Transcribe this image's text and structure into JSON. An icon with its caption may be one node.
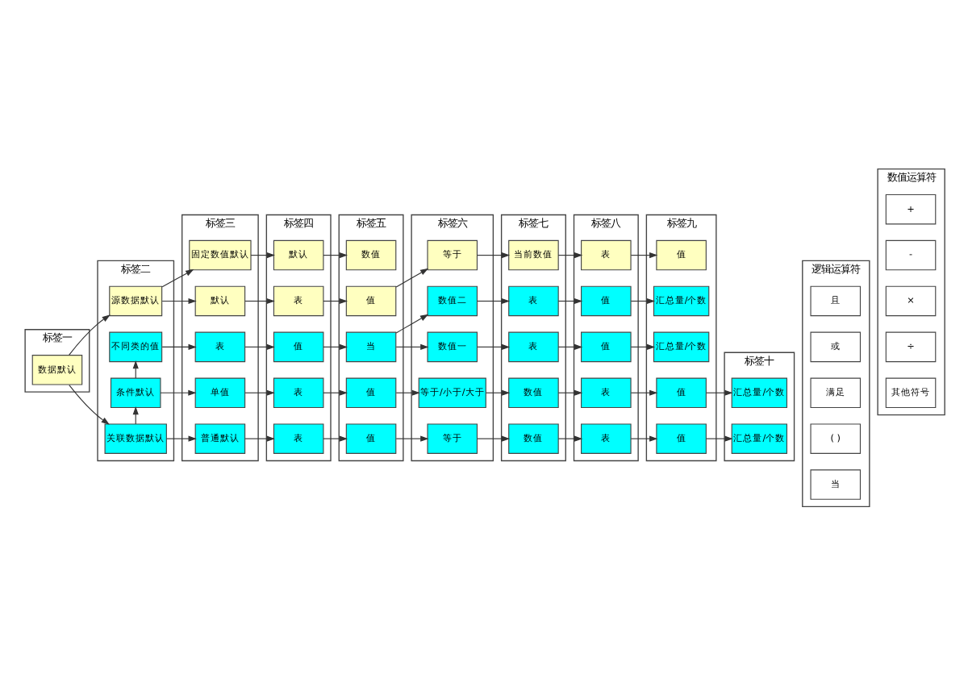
{
  "diagram": {
    "nodes": [
      {
        "text": [
          "标签一"
        ]
      },
      {
        "text": [
          "标签二"
        ]
      },
      {
        "text": [
          "标签三"
        ]
      },
      {
        "text": [
          "标签四"
        ]
      },
      {
        "text": [
          "标签五"
        ]
      },
      {
        "text": [
          "标签六"
        ]
      },
      {
        "text": [
          "标签七"
        ]
      },
      {
        "text": [
          "标签八"
        ]
      },
      {
        "text": [
          "标签九"
        ]
      },
      {
        "text": [
          "标签十"
        ]
      },
      {
        "text": [
          "逻辑运算符"
        ]
      },
      {
        "text": [
          "数值运算符"
        ]
      },
      {
        "text": [
          "数据默认"
        ],
        "in": 0
      },
      {
        "text": [
          "源数据默认"
        ],
        "in": 1
      },
      {
        "text": [
          "默认"
        ],
        "in": 2
      },
      {
        "text": [
          "表"
        ],
        "in": 3
      },
      {
        "text": [
          "值"
        ],
        "in": 4
      },
      {
        "text": [
          "等于"
        ],
        "in": 5
      },
      {
        "text": [
          "当前数值"
        ],
        "in": 6
      },
      {
        "text": [
          "表"
        ],
        "in": 7
      },
      {
        "text": [
          "值"
        ],
        "in": 8
      },
      {
        "text": [
          "固定数值默认"
        ],
        "in": 2
      },
      {
        "text": [
          "默认"
        ],
        "in": 3
      },
      {
        "text": [
          "数值"
        ],
        "in": 4
      },
      {
        "text": [
          "关联数据默认"
        ],
        "in": 1
      },
      {
        "text": [
          "普通默认"
        ],
        "in": 2
      },
      {
        "text": [
          "表"
        ],
        "in": 3
      },
      {
        "text": [
          "值"
        ],
        "in": 4
      },
      {
        "text": [
          "等于"
        ],
        "in": 5
      },
      {
        "text": [
          "数值"
        ],
        "in": 6
      },
      {
        "text": [
          "表"
        ],
        "in": 7
      },
      {
        "text": [
          "值"
        ],
        "in": 8
      },
      {
        "text": [
          "汇总量/个数"
        ],
        "in": 9
      },
      {
        "text": [
          "条件默认"
        ],
        "in": 1
      },
      {
        "text": [
          "单值"
        ],
        "in": 2
      },
      {
        "text": [
          "表"
        ],
        "in": 3
      },
      {
        "text": [
          "值"
        ],
        "in": 4
      },
      {
        "text": [
          "等于/小于/大于"
        ],
        "in": 5
      },
      {
        "text": [
          "数值"
        ],
        "in": 6
      },
      {
        "text": [
          "表"
        ],
        "in": 7
      },
      {
        "text": [
          "值"
        ],
        "in": 8
      },
      {
        "text": [
          "汇总量/个数"
        ],
        "in": 9
      },
      {
        "text": [
          "不同类的值"
        ],
        "in": 1
      },
      {
        "text": [
          "表"
        ],
        "in": 2
      },
      {
        "text": [
          "值"
        ],
        "in": 3
      },
      {
        "text": [
          "当"
        ],
        "in": 4
      },
      {
        "text": [
          "数值一"
        ],
        "in": 5
      },
      {
        "text": [
          "表"
        ],
        "in": 6
      },
      {
        "text": [
          "值"
        ],
        "in": 7
      },
      {
        "text": [
          "汇总量/个数"
        ],
        "in": 8
      },
      {
        "text": [
          "数值二"
        ],
        "in": 5
      },
      {
        "text": [
          "表"
        ],
        "in": 6
      },
      {
        "text": [
          "值"
        ],
        "in": 7
      },
      {
        "text": [
          "汇总量/个数"
        ],
        "in": 8
      },
      {
        "text": [
          "且"
        ],
        "in": 10
      },
      {
        "text": [
          "或"
        ],
        "in": 10
      },
      {
        "text": [
          "满足"
        ],
        "in": 10
      },
      {
        "text": [
          "( )"
        ],
        "in": 10
      },
      {
        "text": [
          "当"
        ],
        "in": 10
      },
      {
        "text": [
          "+"
        ],
        "in": 11
      },
      {
        "text": [
          "-"
        ],
        "in": 11
      },
      {
        "text": [
          "×"
        ],
        "in": 11
      },
      {
        "text": [
          "÷"
        ],
        "in": 11
      },
      {
        "text": [
          "其他符号"
        ],
        "in": 11
      }
    ],
    "edges": [
      {
        "from": 12,
        "to": 13,
        "arrow": "to"
      },
      {
        "from": 13,
        "to": 14,
        "arrow": "to"
      },
      {
        "from": 14,
        "to": 15,
        "arrow": "to"
      },
      {
        "from": 15,
        "to": 16,
        "arrow": "to"
      },
      {
        "from": 16,
        "to": 17,
        "arrow": "to"
      },
      {
        "from": 17,
        "to": 18,
        "arrow": "to"
      },
      {
        "from": 18,
        "to": 19,
        "arrow": "to"
      },
      {
        "from": 19,
        "to": 20,
        "arrow": "to"
      },
      {
        "from": 13,
        "to": 21,
        "arrow": "to"
      },
      {
        "from": 21,
        "to": 22,
        "arrow": "to"
      },
      {
        "from": 22,
        "to": 23,
        "arrow": "to"
      },
      {
        "from": 12,
        "to": 24,
        "arrow": "to"
      },
      {
        "from": 24,
        "to": 25,
        "arrow": "to"
      },
      {
        "from": 25,
        "to": 26,
        "arrow": "to"
      },
      {
        "from": 26,
        "to": 27,
        "arrow": "to"
      },
      {
        "from": 27,
        "to": 28,
        "arrow": "to"
      },
      {
        "from": 28,
        "to": 29,
        "arrow": "to"
      },
      {
        "from": 29,
        "to": 30,
        "arrow": "to"
      },
      {
        "from": 30,
        "to": 31,
        "arrow": "to"
      },
      {
        "from": 31,
        "to": 32,
        "arrow": "to"
      },
      {
        "from": 24,
        "to": 33,
        "arrow": "to"
      },
      {
        "from": 33,
        "to": 34,
        "arrow": "to"
      },
      {
        "from": 34,
        "to": 35,
        "arrow": "to"
      },
      {
        "from": 35,
        "to": 36,
        "arrow": "to"
      },
      {
        "from": 36,
        "to": 37,
        "arrow": "to"
      },
      {
        "from": 37,
        "to": 38,
        "arrow": "to"
      },
      {
        "from": 38,
        "to": 39,
        "arrow": "to"
      },
      {
        "from": 39,
        "to": 40,
        "arrow": "to"
      },
      {
        "from": 40,
        "to": 41,
        "arrow": "to"
      },
      {
        "from": 33,
        "to": 42,
        "arrow": "to"
      },
      {
        "from": 42,
        "to": 43,
        "arrow": "to"
      },
      {
        "from": 43,
        "to": 44,
        "arrow": "to"
      },
      {
        "from": 44,
        "to": 45,
        "arrow": "to"
      },
      {
        "from": 45,
        "to": 46,
        "arrow": "to"
      },
      {
        "from": 46,
        "to": 47,
        "arrow": "to"
      },
      {
        "from": 47,
        "to": 48,
        "arrow": "to"
      },
      {
        "from": 48,
        "to": 49,
        "arrow": "to"
      },
      {
        "from": 45,
        "to": 50,
        "arrow": "to"
      },
      {
        "from": 50,
        "to": 51,
        "arrow": "to"
      },
      {
        "from": 51,
        "to": 52,
        "arrow": "to"
      },
      {
        "from": 52,
        "to": 53,
        "arrow": "to"
      }
    ]
  }
}
